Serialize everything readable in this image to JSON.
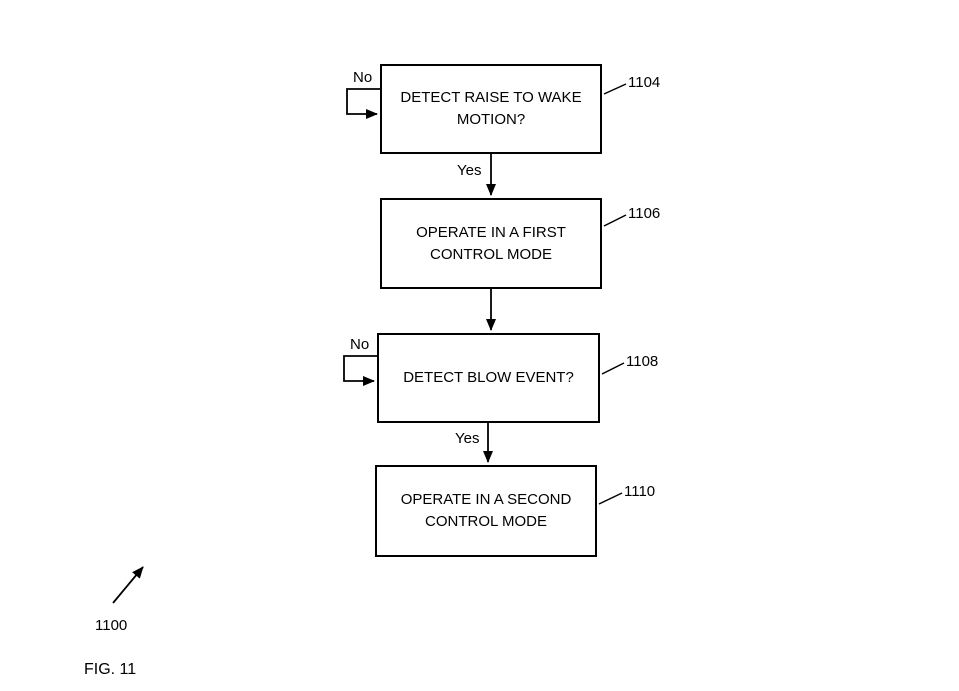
{
  "figure": {
    "caption": "FIG. 11",
    "reference_number": "1100"
  },
  "flowchart": {
    "boxes": [
      {
        "text": "DETECT RAISE TO WAKE MOTION?",
        "ref": "1104"
      },
      {
        "text": "OPERATE IN A FIRST CONTROL MODE",
        "ref": "1106"
      },
      {
        "text": "DETECT BLOW EVENT?",
        "ref": "1108"
      },
      {
        "text": "OPERATE IN A SECOND CONTROL MODE",
        "ref": "1110"
      }
    ],
    "edges": [
      {
        "from": "1104",
        "to": "1104",
        "label": "No"
      },
      {
        "from": "1104",
        "to": "1106",
        "label": "Yes"
      },
      {
        "from": "1106",
        "to": "1108",
        "label": ""
      },
      {
        "from": "1108",
        "to": "1108",
        "label": "No"
      },
      {
        "from": "1108",
        "to": "1110",
        "label": "Yes"
      }
    ],
    "colors": {
      "line": "#000000",
      "background": "#ffffff"
    }
  }
}
